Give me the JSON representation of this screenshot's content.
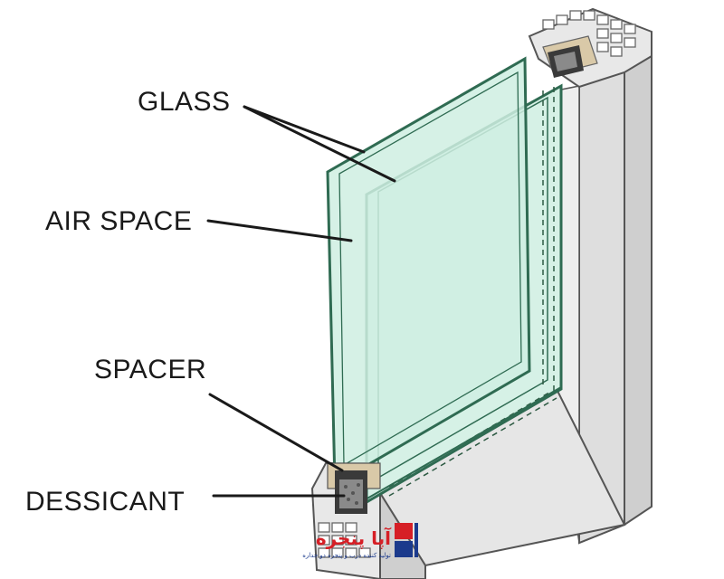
{
  "labels": {
    "glass": "GLASS",
    "air_space": "AIR SPACE",
    "spacer": "SPACER",
    "desiccant": "DESSICANT"
  },
  "logo": {
    "title": "آپا پنجره",
    "subtitle": "تولید کننده درب و پنجره دو جداره",
    "colors": {
      "red": "#d61f26",
      "blue": "#1b3a8c"
    }
  },
  "colors": {
    "glass_fill": "#cfeee2",
    "glass_edge": "#2f6b52",
    "frame_face": "#e4e4e4",
    "frame_side": "#c9c9c9",
    "spacer": "#3a3a3a",
    "sealant": "#d9c9a8"
  }
}
